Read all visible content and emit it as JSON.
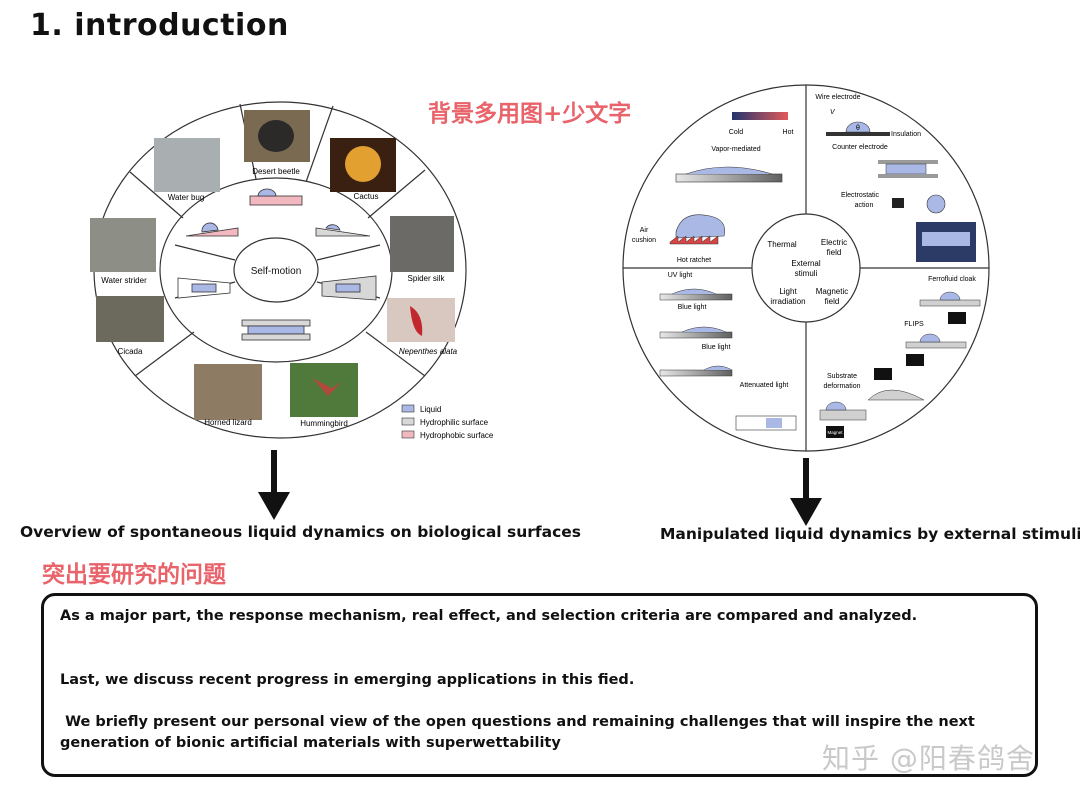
{
  "heading": "1. introduction",
  "notes": {
    "top": "背景多用图+少文字",
    "middle": "突出要研究的问题"
  },
  "left_figure": {
    "center": "Self-motion",
    "organisms": [
      "Desert beetle",
      "Cactus",
      "Spider silk",
      "Nepenthes alata",
      "Hummingbird",
      "Horned lizard",
      "Cicada",
      "Water strider",
      "Water bug"
    ],
    "legend": [
      "Liquid",
      "Hydrophilic surface",
      "Hydrophobic surface"
    ],
    "colors": {
      "liquid": "#aab8e6",
      "hydrophilic": "#d8d8d8",
      "hydrophobic": "#f2b8c0"
    }
  },
  "right_figure": {
    "center": [
      "External",
      "stimuli"
    ],
    "inner": {
      "thermal": "Thermal",
      "electric": [
        "Electric",
        "field"
      ],
      "light": [
        "Light",
        "irradiation"
      ],
      "magnetic": [
        "Magnetic",
        "field"
      ]
    },
    "labels": {
      "cold": "Cold",
      "hot": "Hot",
      "vapor": "Vapor-mediated",
      "air": [
        "Air",
        "cushion"
      ],
      "ratchet": "Hot ratchet",
      "wire": "Wire electrode",
      "insulation": "Insulation",
      "counter": "Counter electrode",
      "electrostatic": [
        "Electrostatic",
        "action"
      ],
      "uv": "UV light",
      "blue1": "Blue light",
      "blue2": "Blue light",
      "attenuated": "Attenuated light",
      "ferro": "Ferrofluid cloak",
      "flips": "FLIPS",
      "substrate": [
        "Substrate",
        "deformation"
      ],
      "magnet": "Magnet",
      "v": "V",
      "theta": "θ"
    }
  },
  "captions": {
    "left": "Overview of spontaneous liquid dynamics on biological surfaces",
    "right": "Manipulated liquid dynamics by external stimuli."
  },
  "body": {
    "p1": "As a major part, the response mechanism, real effect, and selection criteria are compared and analyzed.",
    "p2": "Last, we discuss recent progress in emerging applications in this fied.",
    "p3": " We briefly present our personal view of the open questions and remaining challenges that will inspire the next generation of bionic artificial materials with superwettability"
  },
  "watermark": "知乎 @阳春鸽舍"
}
